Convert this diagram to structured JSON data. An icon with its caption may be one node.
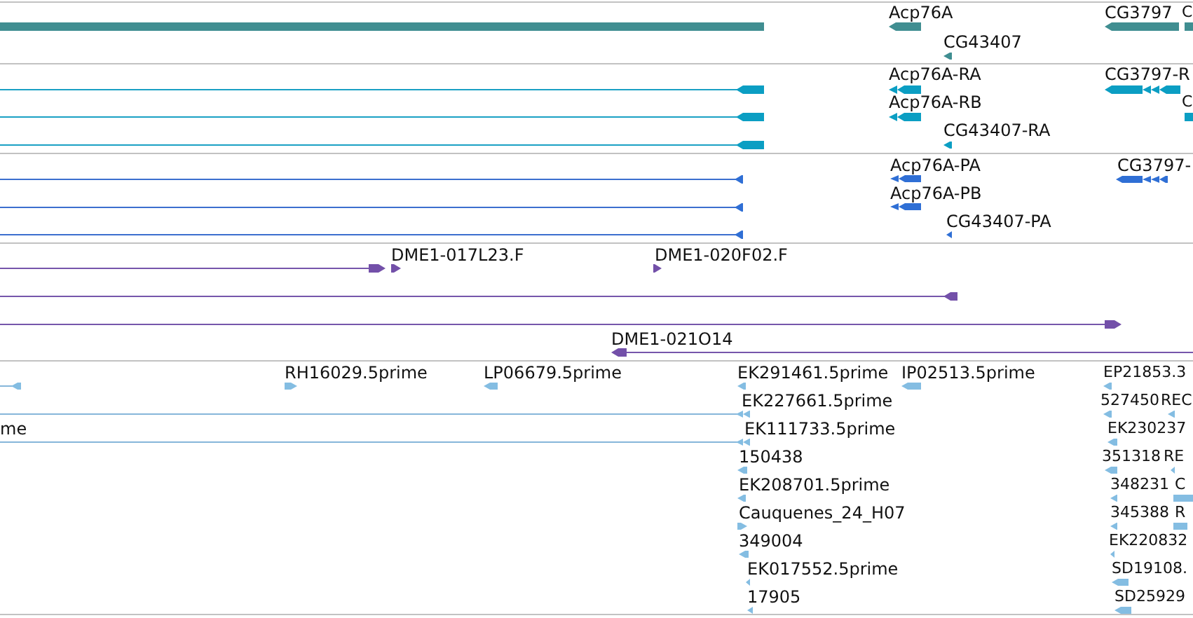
{
  "diagram": {
    "labels": [
      "Acp76A",
      "CG3797",
      "C",
      "CG43407",
      "Acp76A-RA",
      "CG3797-R",
      "Acp76A-RB",
      "C",
      "CG43407-RA",
      "Acp76A-PA",
      "CG3797-",
      "Acp76A-PB",
      "CG43407-PA",
      "DME1-017L23.F",
      "DME1-020F02.F",
      "DME1-021O14",
      "RH16029.5prime",
      "LP06679.5prime",
      "EK291461.5prime",
      "IP02513.5prime",
      "EP21853.3",
      "EK227661.5prime",
      "527450",
      "REC",
      "me",
      "EK111733.5prime",
      "EK230237",
      "150438",
      "351318",
      "RE",
      "EK208701.5prime",
      "348231",
      "C",
      "Cauquenes_24_H07",
      "345388",
      "R",
      "349004",
      "EK220832",
      "EK017552.5prime",
      "SD19108.",
      "17905",
      "SD25929"
    ]
  }
}
